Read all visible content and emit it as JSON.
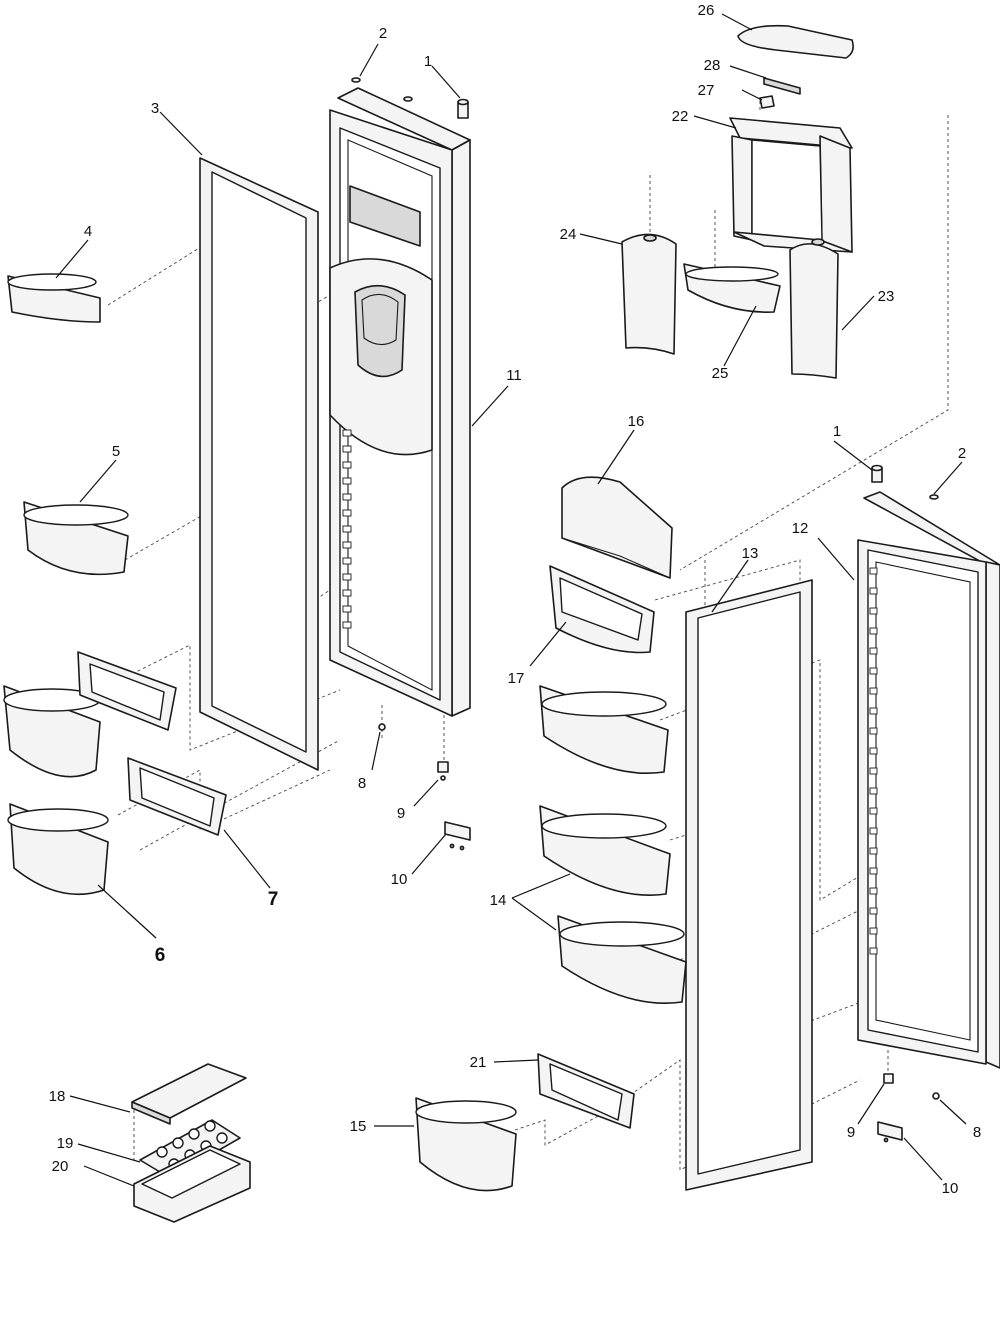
{
  "diagram": {
    "callouts": [
      {
        "id": "c1a",
        "text": "1"
      },
      {
        "id": "c2a",
        "text": "2"
      },
      {
        "id": "c3",
        "text": "3"
      },
      {
        "id": "c4",
        "text": "4"
      },
      {
        "id": "c5",
        "text": "5"
      },
      {
        "id": "c6",
        "text": "6"
      },
      {
        "id": "c7",
        "text": "7"
      },
      {
        "id": "c8a",
        "text": "8"
      },
      {
        "id": "c9a",
        "text": "9"
      },
      {
        "id": "c10a",
        "text": "10"
      },
      {
        "id": "c11",
        "text": "11"
      },
      {
        "id": "c12",
        "text": "12"
      },
      {
        "id": "c13",
        "text": "13"
      },
      {
        "id": "c14",
        "text": "14"
      },
      {
        "id": "c15",
        "text": "15"
      },
      {
        "id": "c16",
        "text": "16"
      },
      {
        "id": "c17",
        "text": "17"
      },
      {
        "id": "c18",
        "text": "18"
      },
      {
        "id": "c19",
        "text": "19"
      },
      {
        "id": "c20",
        "text": "20"
      },
      {
        "id": "c21",
        "text": "21"
      },
      {
        "id": "c22",
        "text": "22"
      },
      {
        "id": "c23",
        "text": "23"
      },
      {
        "id": "c24",
        "text": "24"
      },
      {
        "id": "c25",
        "text": "25"
      },
      {
        "id": "c26",
        "text": "26"
      },
      {
        "id": "c27",
        "text": "27"
      },
      {
        "id": "c28",
        "text": "28"
      },
      {
        "id": "c1b",
        "text": "1"
      },
      {
        "id": "c2b",
        "text": "2"
      },
      {
        "id": "c8b",
        "text": "8"
      },
      {
        "id": "c9b",
        "text": "9"
      },
      {
        "id": "c10b",
        "text": "10"
      }
    ]
  }
}
